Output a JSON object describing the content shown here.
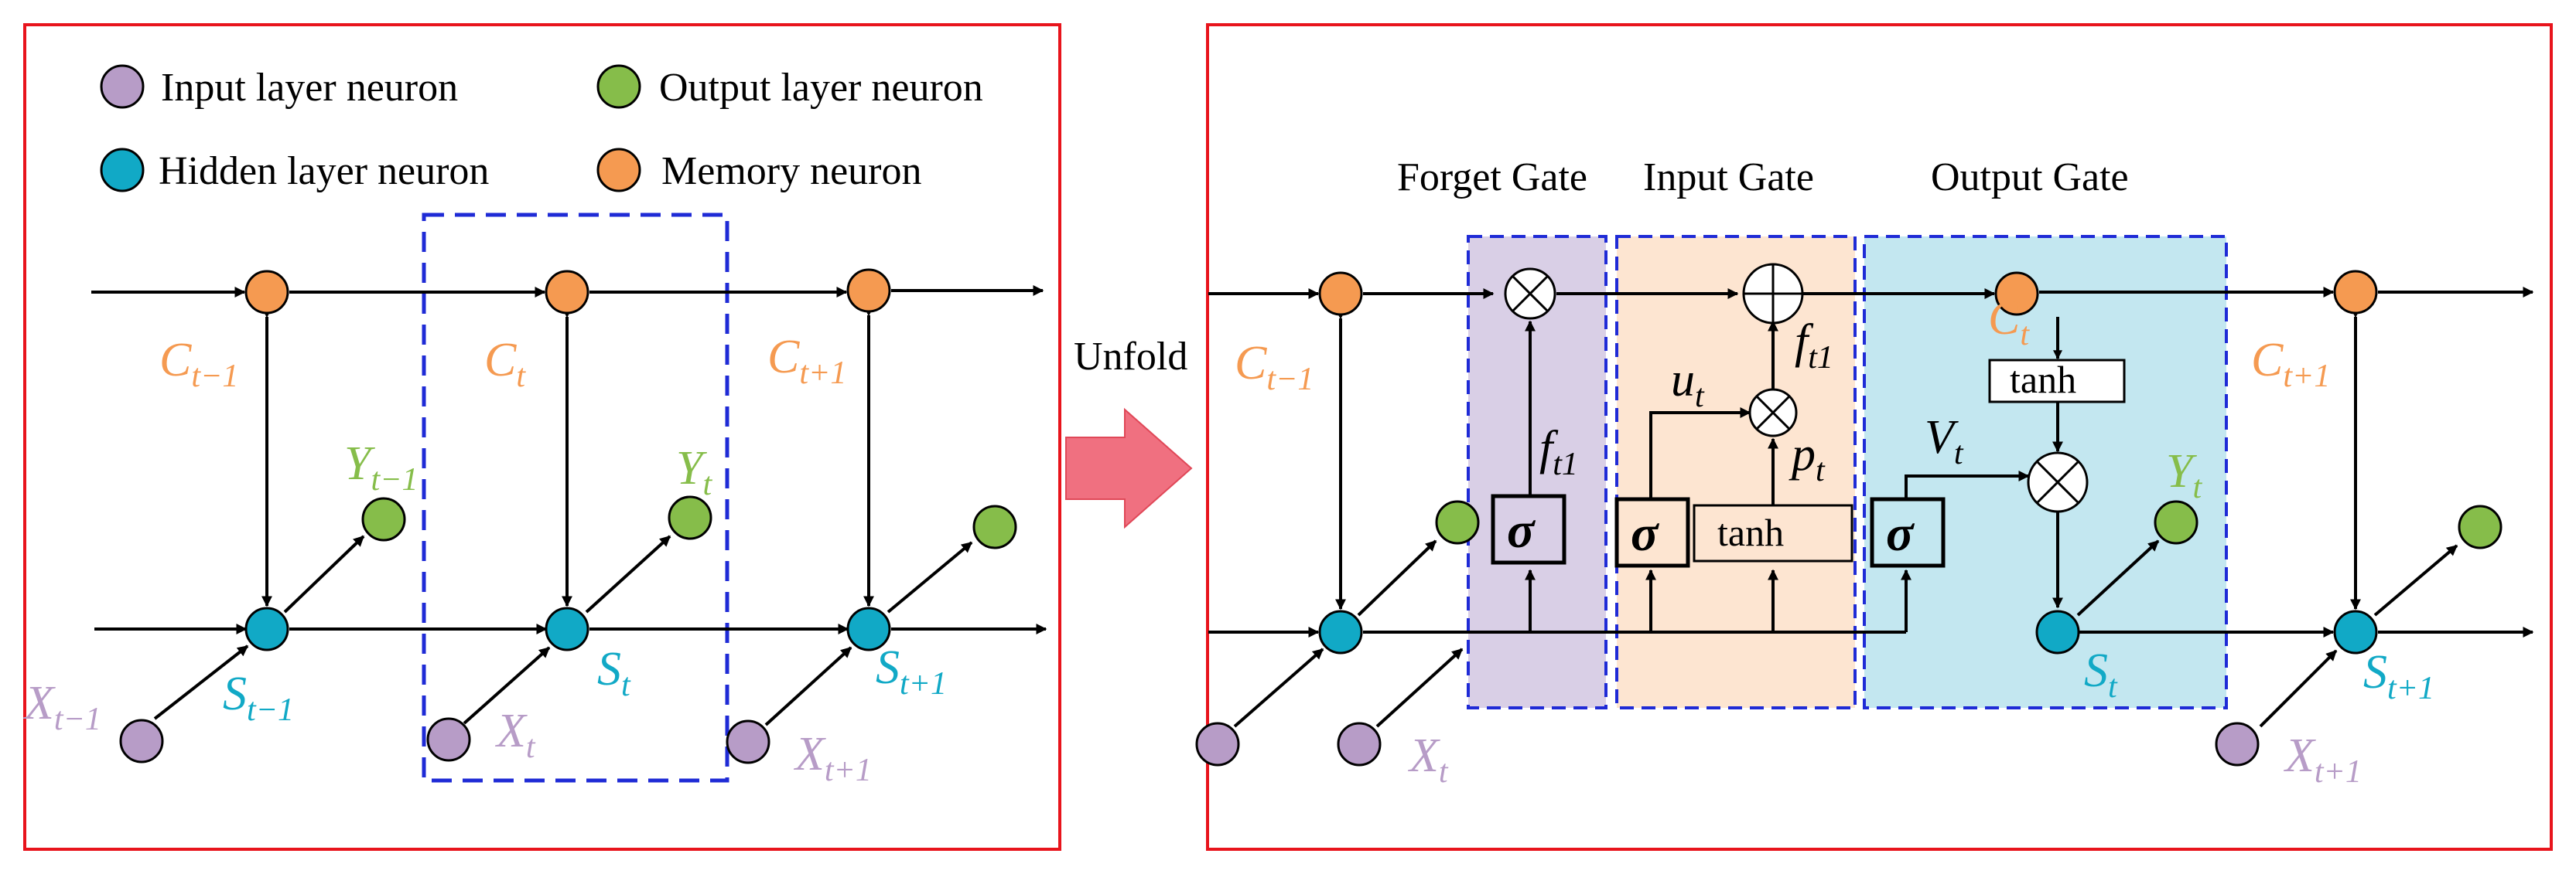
{
  "colors": {
    "input": "#b79cc7",
    "hidden": "#11a9c6",
    "output": "#86bd4a",
    "memory": "#f59a51",
    "frame": "#e8141c",
    "dashed": "#1f2bd6",
    "forget_fill": "#d9cfe6",
    "input_fill": "#fde5d1",
    "output_fill": "#c3e7f0",
    "arrow": "#f07080"
  },
  "legend": {
    "input": "Input layer neuron",
    "output": "Output layer neuron",
    "hidden": "Hidden layer neuron",
    "memory": "Memory neuron"
  },
  "unfold": "Unfold",
  "gates": {
    "forget": "Forget Gate",
    "input": "Input Gate",
    "output": "Output Gate"
  },
  "boxes": {
    "sigma": "σ",
    "tanh": "tanh"
  },
  "symbols": {
    "C": "C",
    "S": "S",
    "X": "X",
    "Y": "Y",
    "f": "f",
    "u": "u",
    "p": "p",
    "V": "V",
    "t": "t",
    "t_minus_1": "t−1",
    "t_plus_1": "t+1",
    "t1": "t1"
  }
}
